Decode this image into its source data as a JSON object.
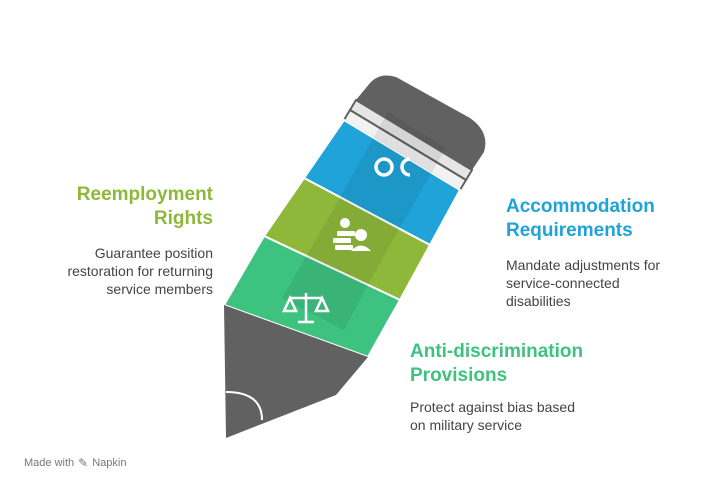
{
  "colors": {
    "green_light": "#8db83a",
    "blue": "#1fa3d8",
    "green": "#3ec27f",
    "gray": "#616161",
    "text": "#444444"
  },
  "sections": {
    "reemployment": {
      "title_line1": "Reemployment",
      "title_line2": "Rights",
      "desc_line1": "Guarantee position",
      "desc_line2": "restoration for returning",
      "desc_line3": "service members",
      "icon": "workers-icon"
    },
    "accommodation": {
      "title_line1": "Accommodation",
      "title_line2": "Requirements",
      "desc_line1": "Mandate adjustments for",
      "desc_line2": "service-connected",
      "desc_line3": "disabilities",
      "icon": "toggle-icon"
    },
    "antidiscrimination": {
      "title_line1": "Anti-discrimination",
      "title_line2": "Provisions",
      "desc_line1": "Protect against bias based",
      "desc_line2": "on military service",
      "icon": "scales-icon"
    }
  },
  "footer": {
    "made_with": "Made with",
    "brand": "Napkin"
  }
}
